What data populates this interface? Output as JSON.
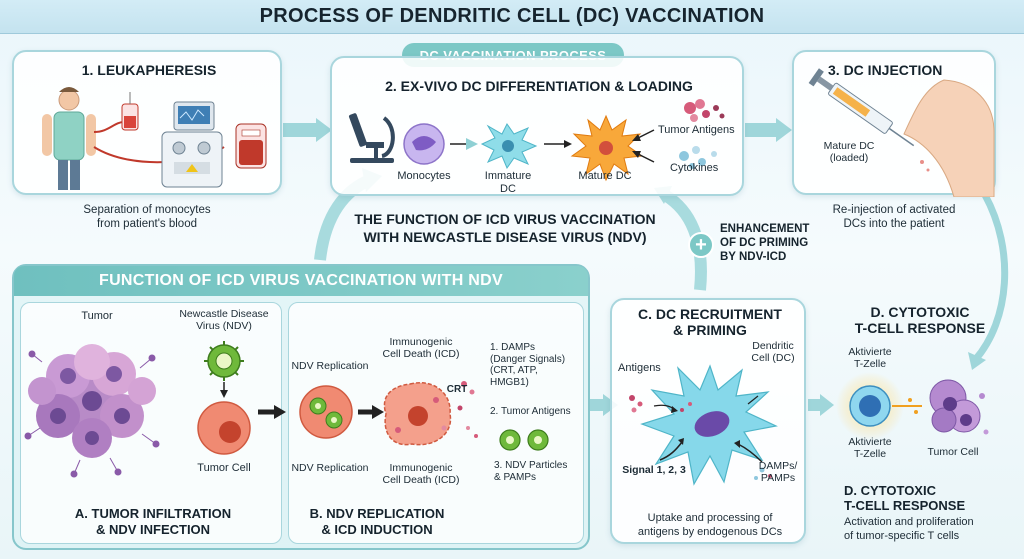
{
  "title": "PROCESS OF DENDRITIC CELL (DC) VACCINATION",
  "pill": "DC VACCINATION PROCESS",
  "step1": {
    "heading": "1. LEUKAPHERESIS",
    "caption_line1": "Separation of monocytes",
    "caption_line2": "from patient's blood"
  },
  "step2": {
    "heading": "2. EX-VIVO DC DIFFERENTIATION & LOADING",
    "monocytes": "Monocytes",
    "immature_dc": "Immature DC",
    "mature_dc": "Mature DC",
    "tumor_antigens": "Tumor Antigens",
    "cytokines": "Cytokines"
  },
  "step3": {
    "heading": "3. DC INJECTION",
    "mature_dc_line1": "Mature DC",
    "mature_dc_line2": "(loaded)",
    "caption_line1": "Re-injection of activated",
    "caption_line2": "DCs into the patient"
  },
  "center_title": {
    "line1": "THE FUNCTION OF ICD VIRUS VACCINATION",
    "line2": "WITH NEWCASTLE DISEASE VIRUS (NDV)"
  },
  "enhancement": {
    "line1": "ENHANCEMENT",
    "line2": "OF DC PRIMING",
    "line3": "BY NDV-ICD"
  },
  "ndv_panel": {
    "banner": "FUNCTION OF ICD VIRUS VACCINATION WITH NDV",
    "tumor": "Tumor",
    "ndv_line1": "Newcastle Disease",
    "ndv_line2": "Virus (NDV)",
    "tumor_cell": "Tumor Cell",
    "ndv_replication_top": "NDV Replication",
    "ndv_replication_bottom": "NDV Replication",
    "icd_top_line1": "Immunogenic",
    "icd_top_line2": "Cell Death (ICD)",
    "icd_bottom_line1": "Immunogenic",
    "icd_bottom_line2": "Cell Death (ICD)",
    "crt": "CRT",
    "damps_line1": "1. DAMPs",
    "damps_line2": "(Danger Signals)",
    "damps_line3": "(CRT, ATP,",
    "damps_line4": "HMGB1)",
    "tumor_antigens": "2. Tumor Antigens",
    "ndv_particles_line1": "3. NDV Particles",
    "ndv_particles_line2": "& PAMPs",
    "a_line1": "A. TUMOR INFILTRATION",
    "a_line2": "& NDV INFECTION",
    "b_line1": "B. NDV REPLICATION",
    "b_line2": "& ICD INDUCTION"
  },
  "stepC": {
    "heading_line1": "C. DC RECRUITMENT",
    "heading_line2": "& PRIMING",
    "antigens": "Antigens",
    "dc_line1": "Dendritic",
    "dc_line2": "Cell (DC)",
    "signal": "Signal 1, 2, 3",
    "damps_line1": "DAMPs/",
    "damps_line2": "PAMPs",
    "caption_line1": "Uptake and processing of",
    "caption_line2": "antigens by endogenous DCs"
  },
  "stepD": {
    "heading_line1": "D. CYTOTOXIC",
    "heading_line2": "T-CELL RESPONSE",
    "tcell_top_line1": "Aktivierte",
    "tcell_top_line2": "T-Zelle",
    "tcell_bottom_line1": "Aktivierte",
    "tcell_bottom_line2": "T-Zelle",
    "tumor_cell": "Tumor Cell",
    "heading2_line1": "D. CYTOTOXIC",
    "heading2_line2": "T-CELL RESPONSE",
    "caption_line1": "Activation and proliferation",
    "caption_line2": "of tumor-specific T cells"
  },
  "colors": {
    "teal": "#7cc8c6",
    "panel_border": "#a9d6dd",
    "arrow": "#8fd0d4",
    "tumor_pink": "#c98ab8",
    "cell_red": "#e86a55",
    "dc_cyan": "#7fd3e6",
    "mature_orange": "#f59a2b"
  }
}
